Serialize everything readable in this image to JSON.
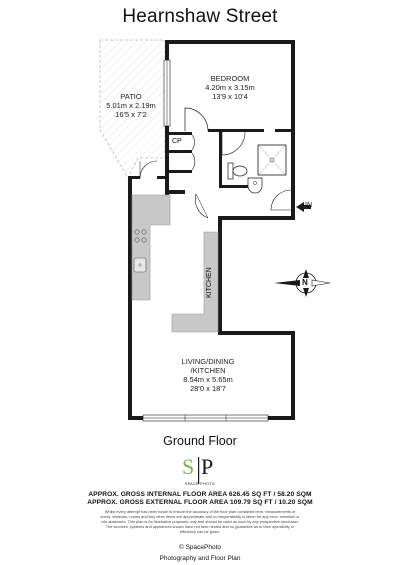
{
  "street_name": "Hearnshaw Street",
  "rooms": {
    "bedroom": {
      "name": "BEDROOM",
      "metric": "4.20m x 3.15m",
      "imperial": "13'9 x 10'4"
    },
    "patio": {
      "name": "PATIO",
      "metric": "5.01m x 2.19m",
      "imperial": "16'5 x 7'2"
    },
    "living": {
      "name_line1": "LIVING/DINING",
      "name_line2": "/KITCHEN",
      "metric": "8.54m x 5.65m",
      "imperial": "28'0 x 18'7"
    },
    "kitchen": {
      "name": "KITCHEN"
    },
    "cupboard": {
      "name": "CP"
    }
  },
  "entrance_label": "IN",
  "compass_label": "N",
  "floor_label": "Ground Floor",
  "logo": {
    "monogram_left": "S",
    "monogram_right": "P",
    "brand_text": "SPACE PHOTO"
  },
  "areas": {
    "internal": "APPROX. GROSS INTERNAL FLOOR AREA 626.45 SQ FT / 58.20 SQM",
    "external": "APPROX. GROSS EXTERNAL FLOOR AREA 109.79 SQ FT / 10.20 SQM"
  },
  "disclaimer": "Whilst every attempt has been made to ensure the accuracy of the floor plan contained here, measurements of doors, windows, rooms and any other items are approximate and no responsibility is taken for any error, omission or mis-statement. This plan is for illustrative purposes only and should be used as such by any prospective purchaser. The services, systems and appliances shown have not been tested and no guarantee as to their operability or efficiency can be given.",
  "credit": {
    "copyright": "© SpacePhoto",
    "tagline": "Photography and Floor Plan"
  },
  "colors": {
    "wall": "#1a1a1a",
    "fixture": "#c8c8c8",
    "patio_hatch": "#bbbbbb"
  }
}
